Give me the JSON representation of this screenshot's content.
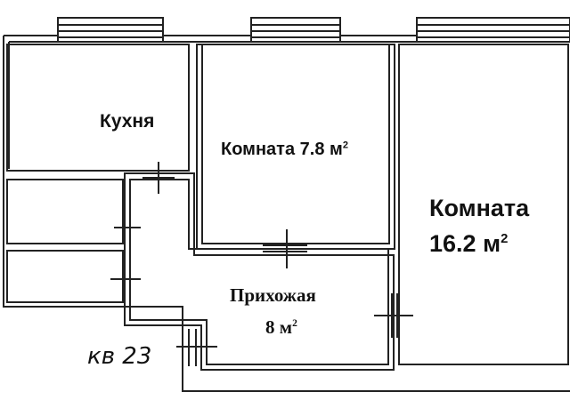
{
  "rooms": {
    "kitchen": {
      "name": "Кухня"
    },
    "room_small": {
      "name": "Комната",
      "area": "7.8",
      "unit": "м",
      "unit_sup": "2"
    },
    "room_large": {
      "name": "Комната",
      "area": "16.2",
      "unit": "м",
      "unit_sup": "2"
    },
    "hallway": {
      "name": "Прихожая",
      "area": "8",
      "unit": "м",
      "unit_sup": "2"
    }
  },
  "apartment": {
    "label": "кв 23"
  },
  "colors": {
    "wall": "#222222",
    "background": "#ffffff",
    "text": "#111111"
  }
}
